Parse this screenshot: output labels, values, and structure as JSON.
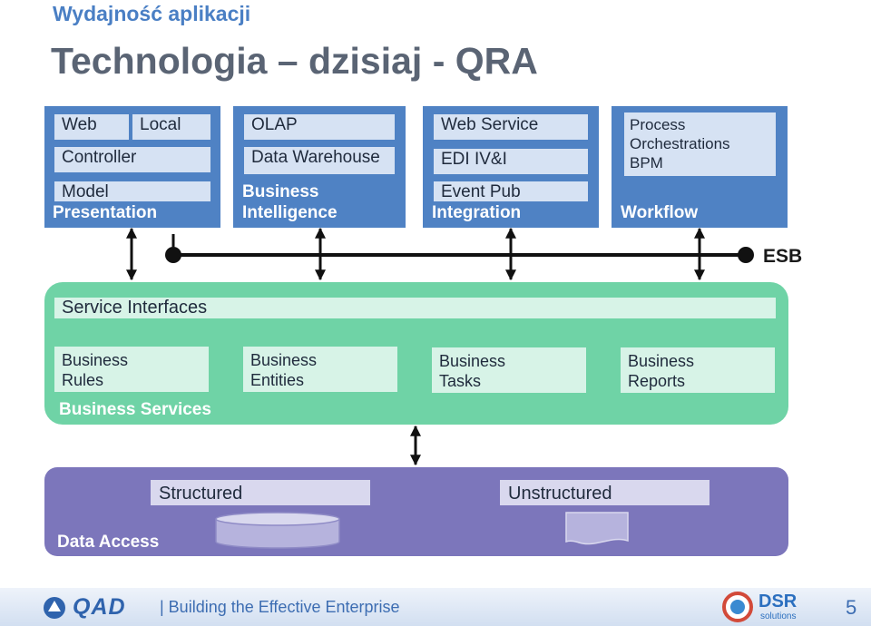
{
  "header": {
    "subtitle": "Wydajność aplikacji",
    "title": "Technologia – dzisiaj - QRA"
  },
  "presentation": {
    "items": [
      "Web",
      "Local",
      "Controller",
      "Model"
    ],
    "label": "Presentation"
  },
  "business_intelligence": {
    "items": [
      "OLAP",
      "Data Warehouse"
    ],
    "label_line1": "Business",
    "label_line2": "Intelligence"
  },
  "integration": {
    "items": [
      "Web Service",
      "EDI IV&I",
      "Event Pub"
    ],
    "label": "Integration"
  },
  "workflow": {
    "process_lines": [
      "Process",
      "Orchestrations",
      "BPM"
    ],
    "label": "Workflow"
  },
  "bus": {
    "label": "ESB"
  },
  "business_services": {
    "interfaces": "Service Interfaces",
    "boxes": [
      [
        "Business",
        "Rules"
      ],
      [
        "Business",
        "Entities"
      ],
      [
        "Business",
        "Tasks"
      ],
      [
        "Business",
        "Reports"
      ]
    ],
    "label": "Business Services"
  },
  "data_access": {
    "structured": "Structured",
    "unstructured": "Unstructured",
    "label": "Data Access"
  },
  "footer": {
    "logo_left": "QAD",
    "text": "|  Building the Effective Enterprise",
    "logo_right_line1": "DSR",
    "logo_right_line2": "solutions",
    "page_number": "5"
  },
  "colors": {
    "blue_panel": "#4f82c4",
    "green_panel": "#6fd3a6",
    "purple_panel": "#7c76bb",
    "footer_band": "#dfe8f5",
    "title_blue": "#4a7fc4"
  }
}
